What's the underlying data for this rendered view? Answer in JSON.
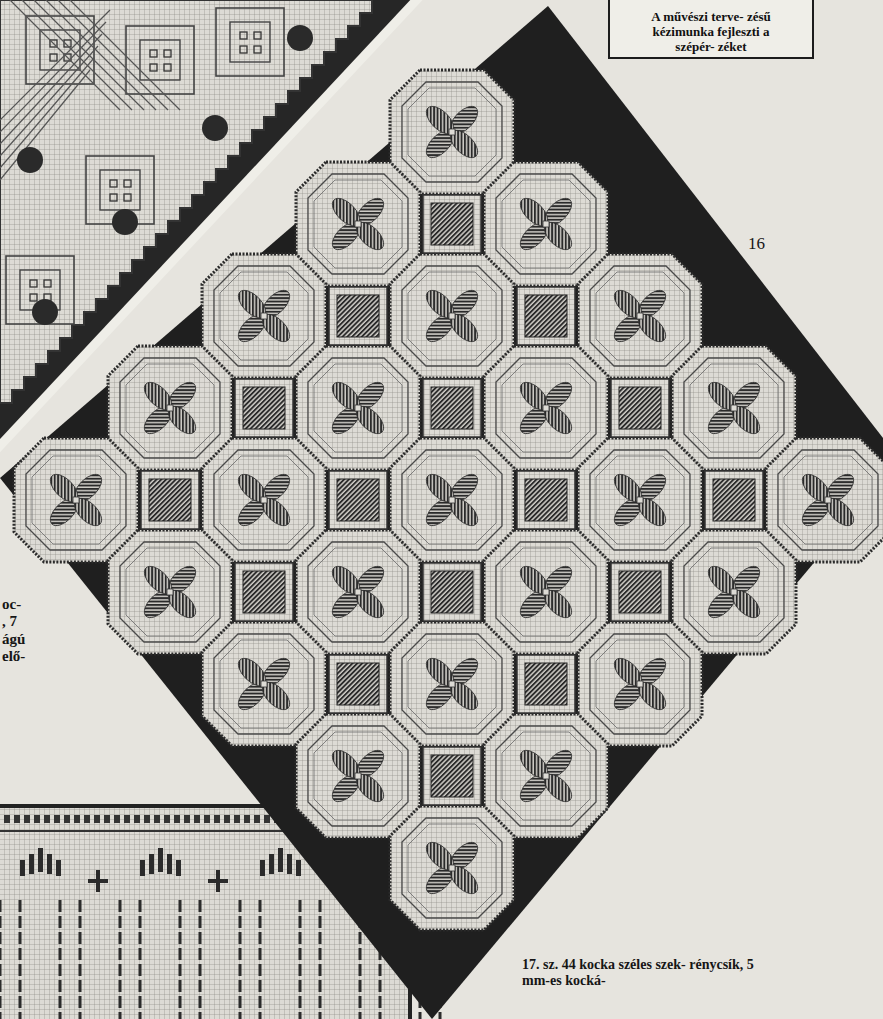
{
  "diagram": {
    "nodes": [
      {
        "text": [
          "A művészi terve- zésű kézimunka fejleszti a szépér- zéket"
        ]
      }
    ],
    "labels": [
      "16",
      "oc-",
      ", 7",
      "ágú",
      "elő-",
      "17. sz. 44 kocka széles szek- rénycsík, 5 mm-es kocká-"
    ]
  }
}
